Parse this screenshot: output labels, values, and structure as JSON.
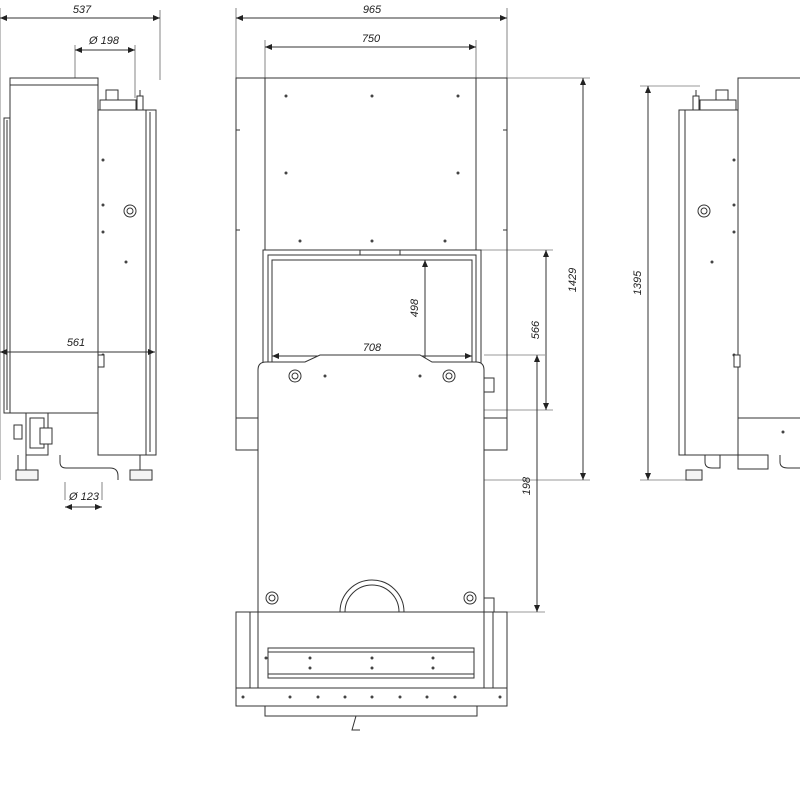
{
  "dimensions": {
    "side_depth_top": "537",
    "flue_diameter_side": "Ø 198",
    "front_width": "965",
    "inner_width": "750",
    "door_width": "708",
    "door_height": "498",
    "door_frame_height": "566",
    "front_height": "1429",
    "right_side_height": "1395",
    "air_inlet_diameter": "Ø 123",
    "side_depth_bottom": "561",
    "top_view_offset": "198"
  }
}
